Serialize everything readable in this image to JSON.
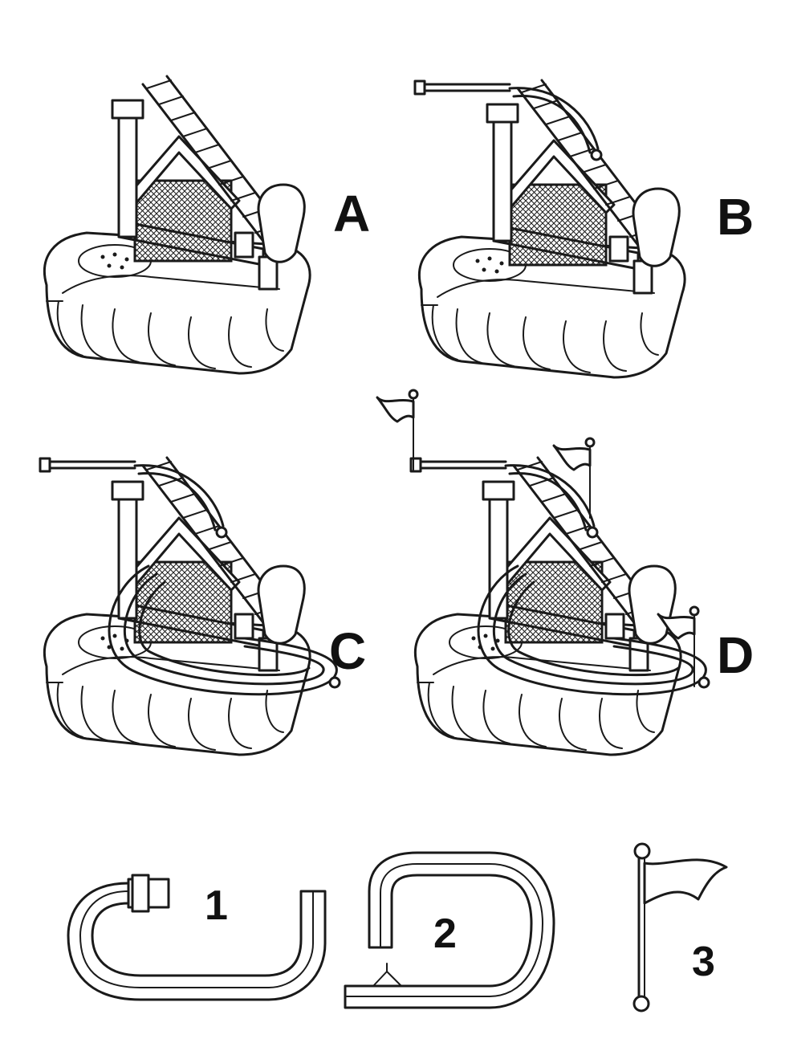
{
  "panels": [
    {
      "id": "A",
      "label": "A"
    },
    {
      "id": "B",
      "label": "B"
    },
    {
      "id": "C",
      "label": "C"
    },
    {
      "id": "D",
      "label": "D"
    }
  ],
  "parts": [
    {
      "id": "1",
      "label": "1"
    },
    {
      "id": "2",
      "label": "2"
    },
    {
      "id": "3",
      "label": "3"
    }
  ],
  "colors": {
    "line": "#1a1a1a",
    "background": "#ffffff"
  }
}
